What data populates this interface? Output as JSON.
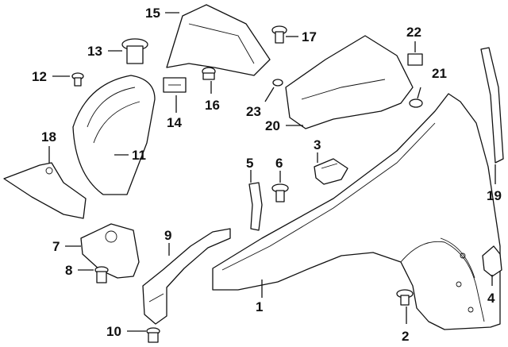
{
  "callouts": [
    "1",
    "2",
    "3",
    "4",
    "5",
    "6",
    "7",
    "8",
    "9",
    "10",
    "11",
    "12",
    "13",
    "14",
    "15",
    "16",
    "17",
    "18",
    "19",
    "20",
    "21",
    "22",
    "23"
  ],
  "colors": {
    "ink": "#111111",
    "paper": "#ffffff"
  }
}
